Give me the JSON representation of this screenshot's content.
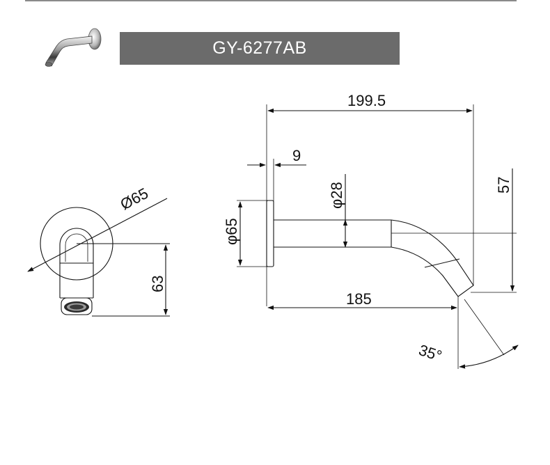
{
  "header": {
    "model_code": "GY-6277AB",
    "thumbnail_icon": "spout-photo-icon"
  },
  "front_view": {
    "diameter_label": "Ø65",
    "height_label": "63"
  },
  "side_view": {
    "overall_length_label": "199.5",
    "flange_thickness_label": "9",
    "tube_diameter_label": "φ28",
    "flange_diameter_label": "φ65",
    "drop_height_label": "57",
    "spout_length_label": "185",
    "angle_label": "35°"
  },
  "colors": {
    "line": "#111111",
    "banner": "#6b6b6b",
    "banner_text": "#ffffff",
    "rule": "#8a8a8a"
  }
}
